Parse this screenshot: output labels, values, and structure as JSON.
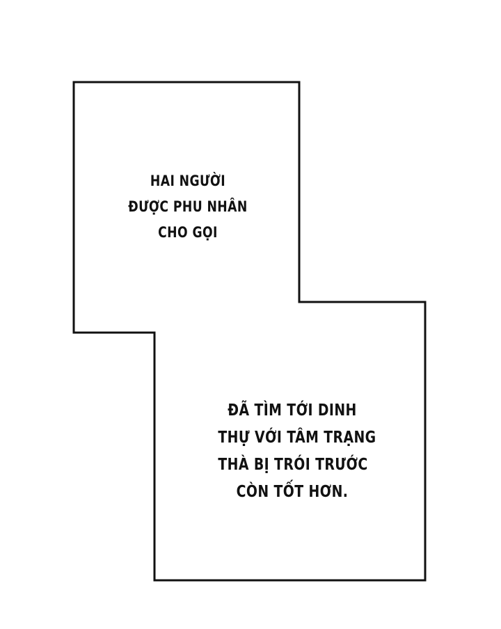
{
  "page": {
    "background": "#ffffff",
    "border_color": "#111111"
  },
  "panels": [
    {
      "id": "top-left-panel",
      "caption_lines": [
        "HAI NGƯỜI",
        "ĐƯỢC PHU NHÂN",
        "CHO GỌI"
      ]
    },
    {
      "id": "bottom-right-panel",
      "caption_lines": [
        "ĐÃ TÌM TỚI DINH",
        "THỰ VỚI TÂM TRẠNG",
        "THÀ BỊ TRÓI TRƯỚC",
        "CÒN TỐT HƠN."
      ]
    }
  ]
}
